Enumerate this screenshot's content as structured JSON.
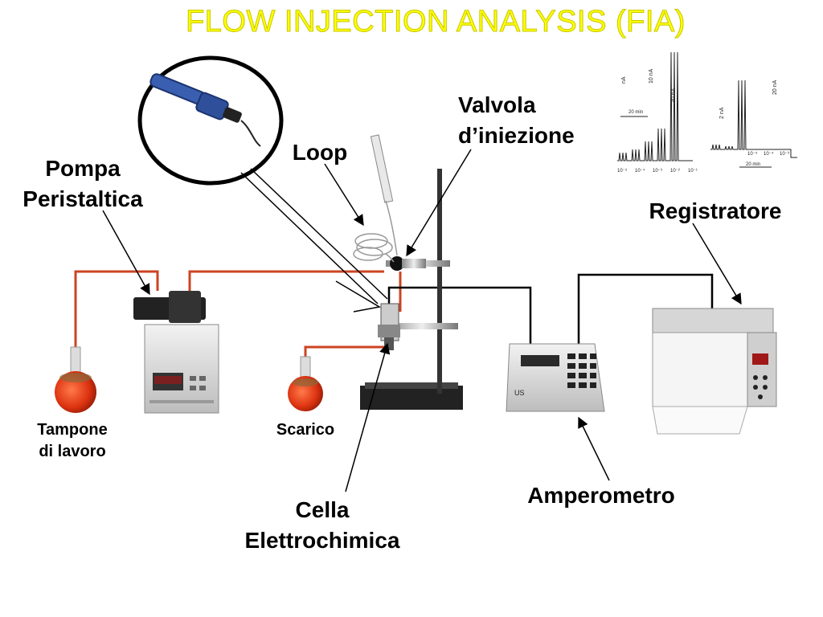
{
  "title": "FLOW INJECTION ANALYSIS (FIA)",
  "labels": {
    "pump": [
      "Pompa",
      "Peristaltica"
    ],
    "loop": "Loop",
    "valve": [
      "Valvola",
      "d’iniezione"
    ],
    "recorder": "Registratore",
    "buffer": [
      "Tampone",
      "di lavoro"
    ],
    "waste": "Scarico",
    "cell": [
      "Cella",
      "Elettrochimica"
    ],
    "amperometer": "Amperometro"
  },
  "recorder_traces": {
    "left": {
      "scale_a": "nA",
      "scale_b": "10 nA",
      "scale_c": "30 nA",
      "time": "20 min",
      "ticks": [
        "10⁻⁵",
        "10⁻⁴",
        "10⁻³",
        "10⁻²",
        "10⁻¹"
      ]
    },
    "right": {
      "scale_a": "2 nA",
      "scale_b": "20 nA",
      "time": "20 min",
      "ticks": [
        "10⁻⁵",
        "10⁻⁴",
        "10⁻³"
      ]
    }
  },
  "colors": {
    "title": "#ffff00",
    "tubing": "#cc4422",
    "wire": "#000000",
    "flask": "#dd3311"
  }
}
